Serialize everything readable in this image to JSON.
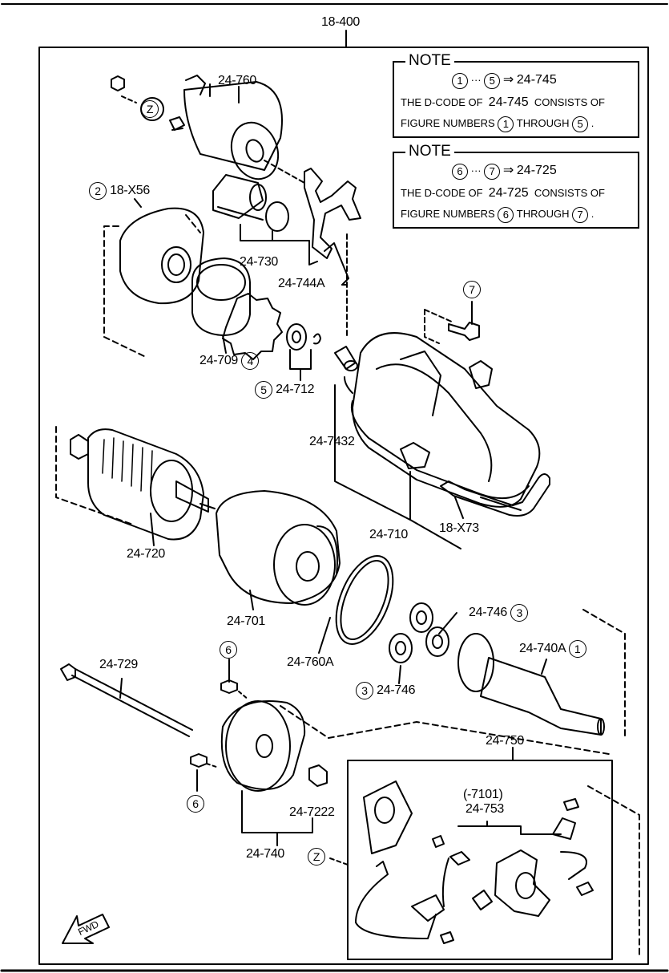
{
  "assembly_label": "18-400",
  "notes": [
    {
      "title": "NOTE",
      "range_from": "1",
      "range_sep": "···",
      "range_to": "5",
      "arrow": "⇒",
      "result_code": "24-745",
      "line2_prefix": "THE D-CODE OF",
      "line2_code": "24-745",
      "line2_suffix": "CONSISTS OF",
      "line3_prefix": "FIGURE NUMBERS",
      "line3_from": "1",
      "line3_mid": "THROUGH",
      "line3_to": "5",
      "line3_end": "."
    },
    {
      "title": "NOTE",
      "range_from": "6",
      "range_sep": "···",
      "range_to": "7",
      "arrow": "⇒",
      "result_code": "24-725",
      "line2_prefix": "THE D-CODE OF",
      "line2_code": "24-725",
      "line2_suffix": "CONSISTS OF",
      "line3_prefix": "FIGURE NUMBERS",
      "line3_from": "6",
      "line3_mid": "THROUGH",
      "line3_to": "7",
      "line3_end": "."
    }
  ],
  "parts": {
    "solenoid": "24-760",
    "z_top": "Z",
    "cover_num": "2",
    "cover": "18-X56",
    "plunger": "24-730",
    "lever": "24-744A",
    "fig7": "7",
    "clutch": "24-709",
    "clutch_num": "4",
    "ring_num": "5",
    "ring": "24-712",
    "bushing": "24-7432",
    "armature": "24-720",
    "housing": "24-710",
    "gasket": "18-X73",
    "yoke": "24-701",
    "seal": "24-760A",
    "gear_top": "24-746",
    "gear_top_num": "3",
    "gear_bottom_num": "3",
    "gear_bottom": "24-746",
    "shaft": "24-740A",
    "shaft_num": "1",
    "bolt_long": "24-729",
    "fig6_top": "6",
    "fig6_bottom": "6",
    "end_frame": "24-740",
    "bush2": "24-7222",
    "z_bottom": "Z",
    "brush_assy": "24-750",
    "brush_holder_alt": "(-7101)",
    "brush_holder": "24-753",
    "fwd": "FWD"
  }
}
